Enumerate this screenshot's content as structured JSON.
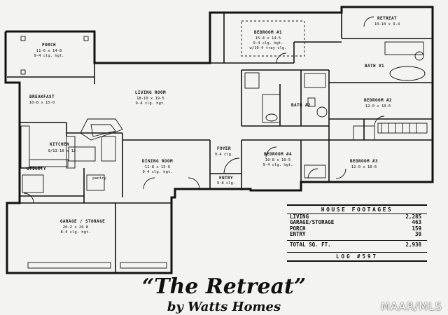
{
  "rooms": {
    "porch": {
      "name": "PORCH",
      "size": "11-6 x 14-8",
      "ceiling": "9-4 clg. hgt."
    },
    "breakfast": {
      "name": "BREAKFAST",
      "size": "10-8 x 15-0"
    },
    "kitchen": {
      "name": "KITCHEN",
      "size": "9/13-10 x 12-"
    },
    "utility": {
      "name": "UTILITY"
    },
    "pantry": {
      "name": "pantry"
    },
    "living": {
      "name": "LIVING ROOM",
      "size": "18-10 x 19-5",
      "ceiling": "9-4 clg. hgt."
    },
    "dining": {
      "name": "DINING ROOM",
      "size": "11-8 x 15-6",
      "ceiling": "9-4 clg. hgt."
    },
    "foyer": {
      "name": "FOYER",
      "ceiling": "9-4 clg."
    },
    "entry": {
      "name": "ENTRY",
      "ceiling": "9-8 clg."
    },
    "bedroom1": {
      "name": "BEDROOM #1",
      "size": "15-4 x 14-5",
      "ceiling": "9-4 clg. hgt.",
      "ceiling2": "w/10-4 tray clg."
    },
    "retreat": {
      "name": "RETREAT",
      "size": "10-10 x 9-4"
    },
    "bath1": {
      "name": "BATH #1"
    },
    "bath2": {
      "name": "BATH #2"
    },
    "bedroom2": {
      "name": "BEDROOM #2",
      "size": "12-0 x 10-6"
    },
    "bedroom3": {
      "name": "BEDROOM #3",
      "size": "12-0 x 10-6"
    },
    "bedroom4": {
      "name": "BEDROOM #4",
      "size": "10-8 x 10-5",
      "ceiling": "9-4 clg. hgt."
    },
    "garage": {
      "name": "GARAGE / STORAGE",
      "size": "20-2 x 26-8",
      "ceiling": "8-4 clg. hgt."
    }
  },
  "footage": {
    "title": "HOUSE FOOTAGES",
    "rows": [
      {
        "label": "LIVING",
        "value": "2,285"
      },
      {
        "label": "GARAGE/STORAGE",
        "value": "463"
      },
      {
        "label": "PORCH",
        "value": "159"
      },
      {
        "label": "ENTRY",
        "value": "30"
      }
    ],
    "total_label": "TOTAL SQ. FT.",
    "total_value": "2,938",
    "log": "LOG #597"
  },
  "title": "“The Retreat”",
  "subtitle": "by Watts Homes",
  "watermark": "MAAR/MLS"
}
